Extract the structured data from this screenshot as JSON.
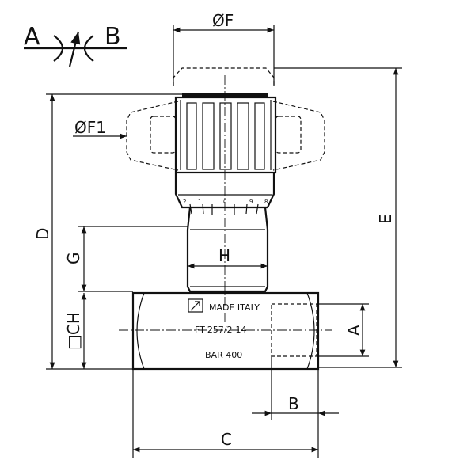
{
  "symbol": {
    "port_a": "A",
    "port_b": "B"
  },
  "dimensions": {
    "diameter_f": "ØF",
    "diameter_f1": "ØF1",
    "d": "D",
    "e": "E",
    "g": "G",
    "h": "H",
    "ch": "□CH",
    "a": "A",
    "b": "B",
    "c": "C"
  },
  "dial_numbers": [
    "2",
    "1",
    "0",
    "9",
    "8"
  ],
  "body_marking": {
    "maker": "MADE ITALY",
    "model": "FT-257/2-14",
    "pressure": "BAR 400"
  }
}
